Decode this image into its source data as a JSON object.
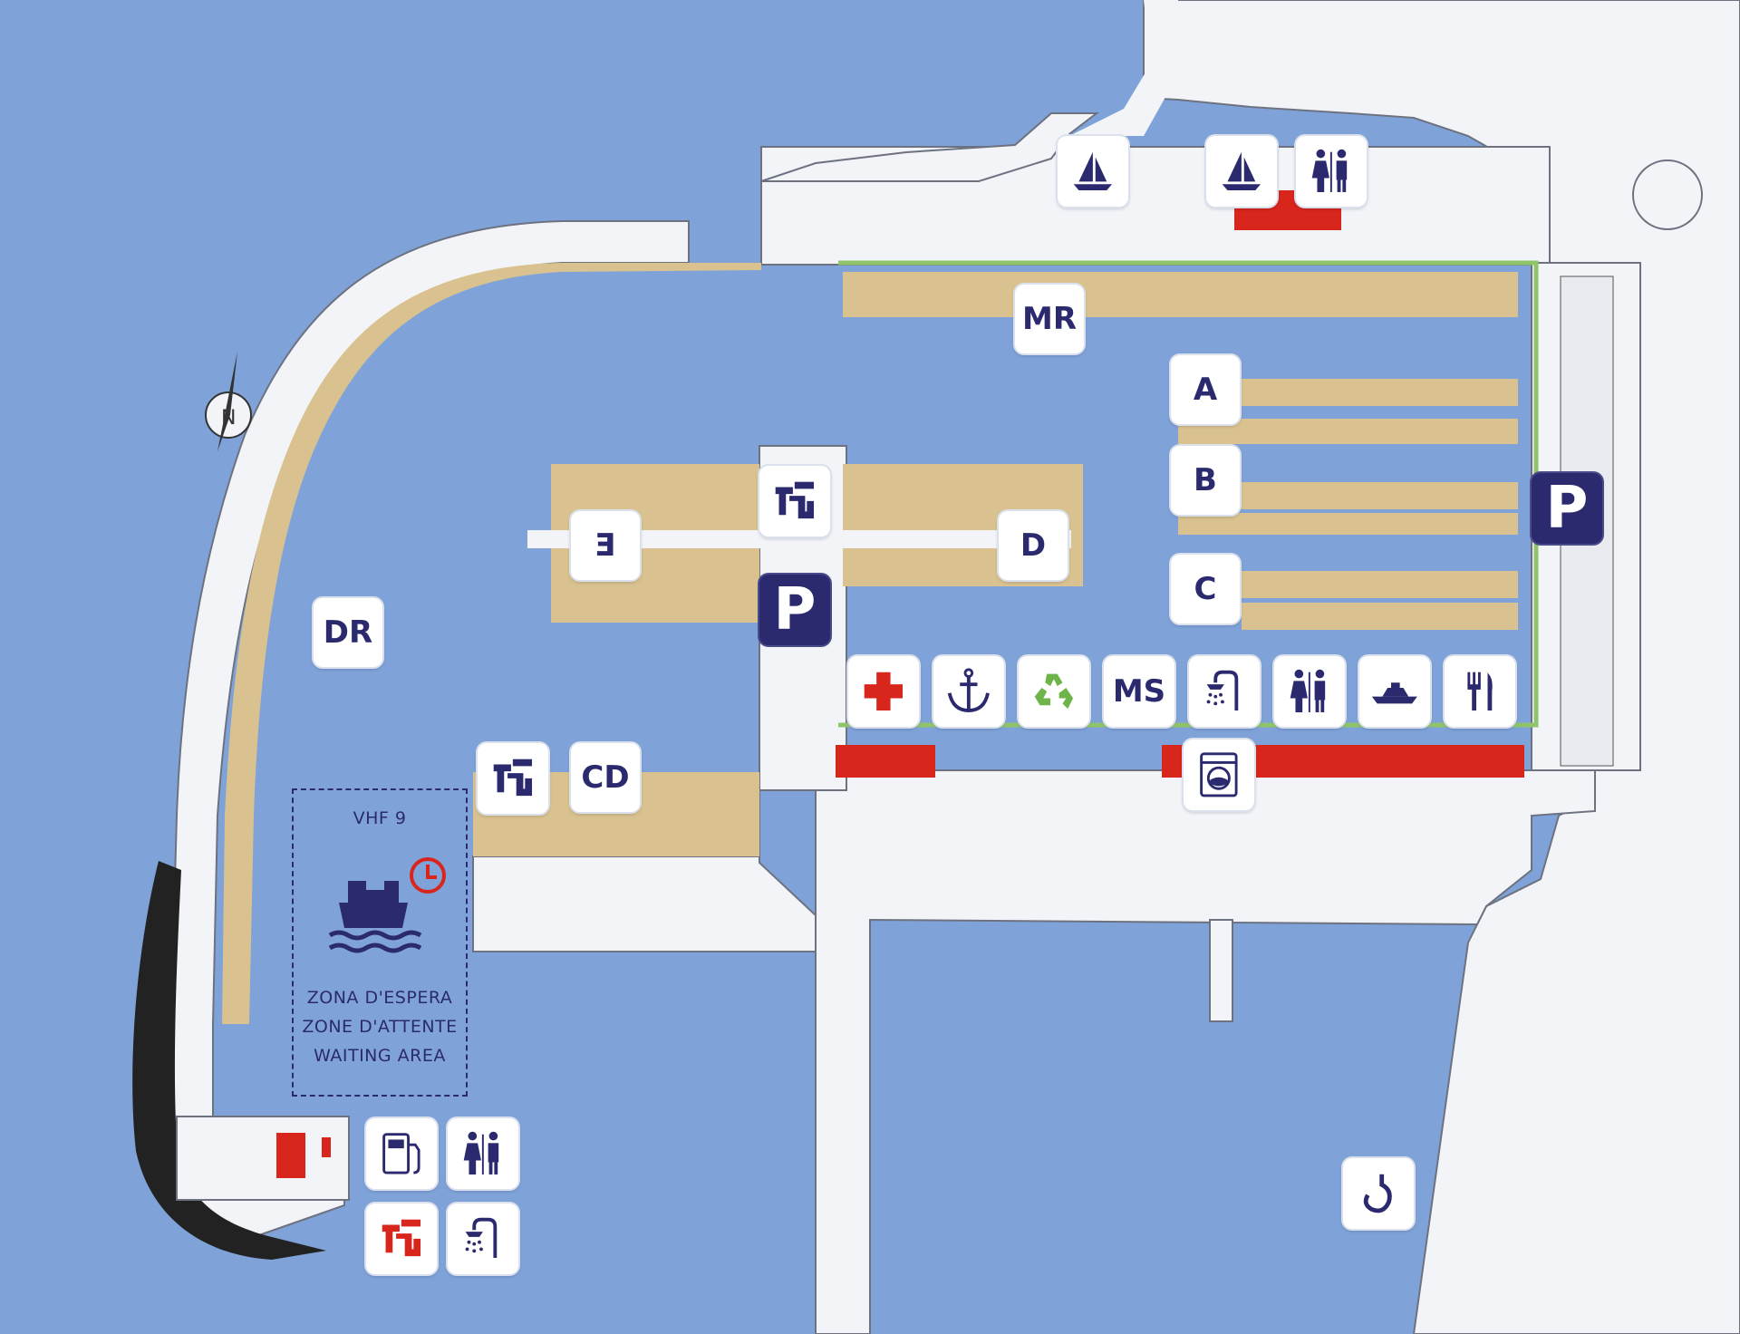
{
  "berth_labels": {
    "mr": "MR",
    "a": "A",
    "b": "B",
    "c": "C",
    "d": "D",
    "e": "E",
    "dr": "DR",
    "cd": "CD"
  },
  "parking": {
    "north": "P",
    "east": "P"
  },
  "services_row": [
    "first-aid-icon",
    "anchor-icon",
    "recycling-icon",
    "MS",
    "shower-icon",
    "toilets-icon",
    "motorboat-icon",
    "restaurant-icon"
  ],
  "top_icons": [
    "sailboat-icon",
    "sailboat-icon",
    "toilets-icon"
  ],
  "bottom_left_icons": [
    "fuel-pump-icon",
    "toilets-icon",
    "pump-out-icon",
    "shower-icon"
  ],
  "other_icons": [
    "pump-out-icon",
    "pump-out-icon",
    "laundry-icon",
    "crane-hook-icon"
  ],
  "waiting_area": {
    "vhf": "VHF 9",
    "line1": "ZONA D'ESPERA",
    "line2": "ZONE D'ATTENTE",
    "line3": "WAITING AREA"
  },
  "colors": {
    "water": "#7fa3d8",
    "land": "#f2f4f8",
    "pontoon": "#d9c28f",
    "accent": "#2b2a6e",
    "red": "#d9261c",
    "green": "#8fc46a"
  }
}
